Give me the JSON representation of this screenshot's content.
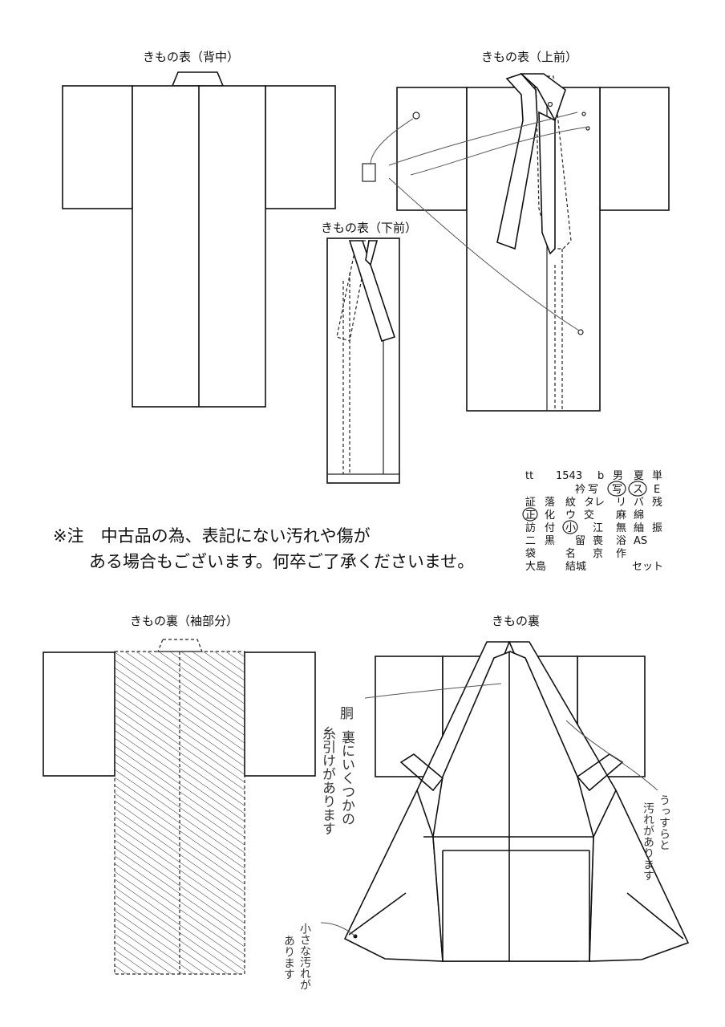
{
  "labels": {
    "back": "きもの表（背中）",
    "upper_front": "きもの表（上前）",
    "lower_front": "きもの表（下前）",
    "lining_sleeve": "きもの裏（袖部分）",
    "lining": "きもの裏"
  },
  "notice": {
    "line1": "※注　中古品の為、表記にない汚れや傷が",
    "line2": "ある場合もございます。何卒ご了承くださいませ。"
  },
  "code_table": {
    "row1": [
      "tt",
      "1543",
      "b",
      "男",
      "夏",
      "単"
    ],
    "row2": [
      "衿",
      "写",
      "写",
      "ス",
      "E"
    ],
    "row3": [
      "証",
      "落",
      "紋",
      "タレ",
      "リ",
      "バ",
      "残"
    ],
    "row4": [
      "正",
      "化",
      "ウ",
      "交",
      "麻",
      "綿"
    ],
    "row5": [
      "訪",
      "付",
      "小",
      "江",
      "無",
      "紬",
      "振"
    ],
    "row6": [
      "二",
      "黒",
      "留",
      "喪",
      "浴",
      "AS"
    ],
    "row7": [
      "袋",
      "名",
      "京",
      "作"
    ],
    "row8": [
      "大島",
      "結城",
      "セット"
    ]
  },
  "handwritten": {
    "note_left_col1": "胴",
    "note_left_col2": "裏にいくつかの",
    "note_left_col3": "糸引けがあります",
    "note_right_col1": "うっすらと",
    "note_right_col2": "汚れがあります",
    "note_bottom_col1": "小さな汚れが",
    "note_bottom_col2": "あります"
  }
}
